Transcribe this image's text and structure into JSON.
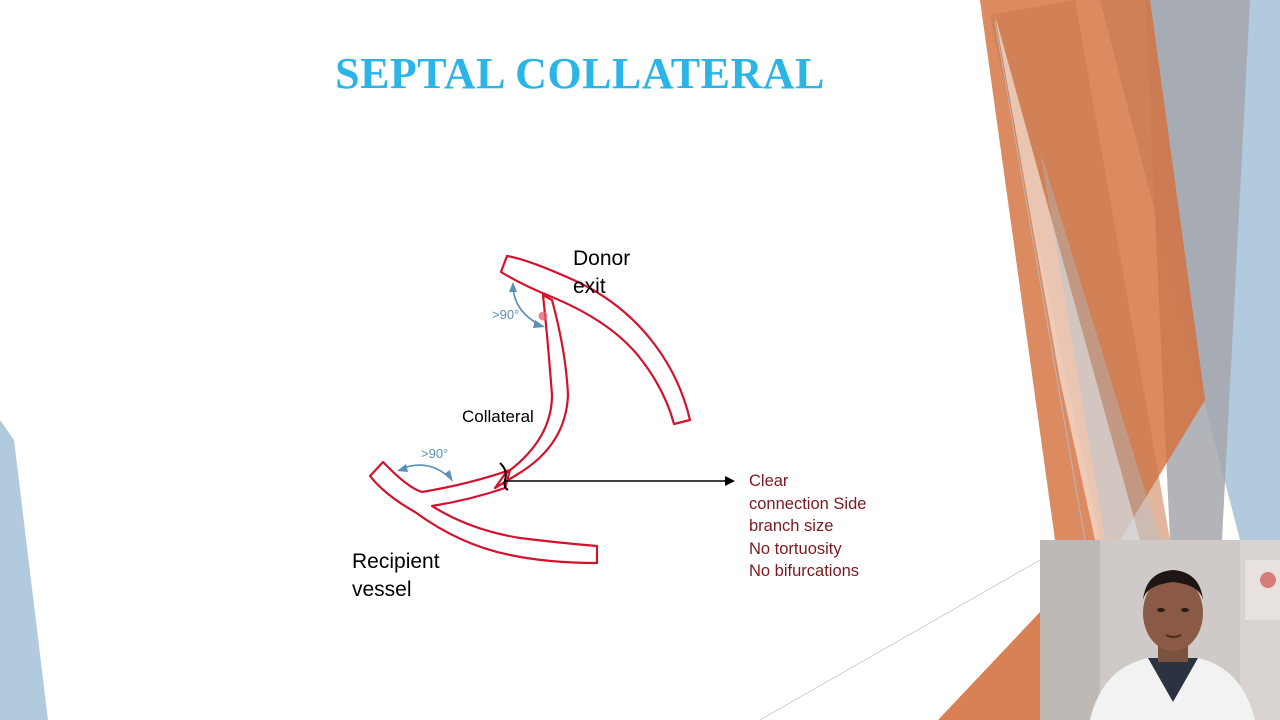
{
  "slide": {
    "title": "SEPTAL COLLATERAL",
    "diagram": {
      "donor_label": "Donor\nexit",
      "recipient_label": "Recipient\nvessel",
      "collateral_label": "Collateral",
      "angle_top": ">90°",
      "angle_bottom": ">90°",
      "criteria": [
        "Clear\nconnection Side\nbranch size",
        "No tortuosity",
        "No bifurcations"
      ]
    }
  },
  "colors": {
    "title": "#2bb5e6",
    "vessel_outline": "#d4122e",
    "angle_arrow": "#5b8fb5",
    "criteria_text": "#7a1a20",
    "accent_orange": "#d4703c",
    "accent_gray": "#a6a7ad",
    "accent_blue": "#a8c4d9"
  },
  "webcam": {
    "icon": "presenter-video"
  }
}
